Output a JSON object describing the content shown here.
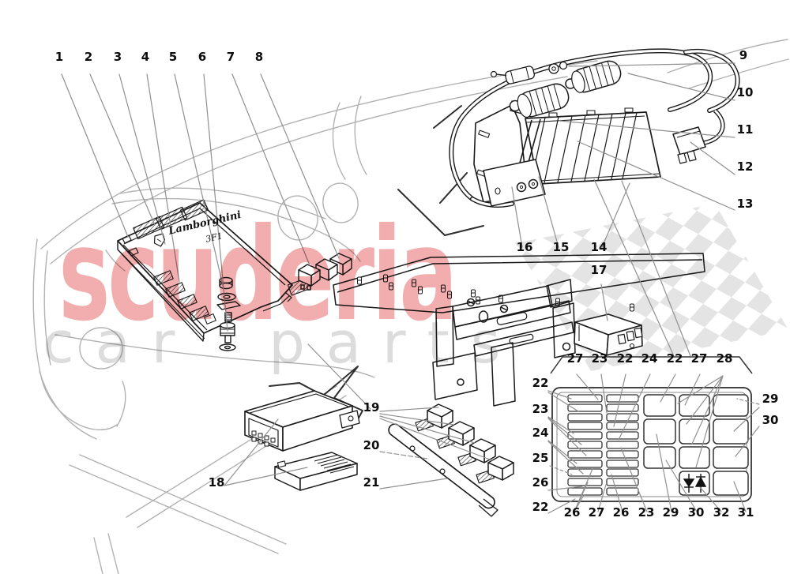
{
  "page": {
    "type": "parts-catalog-diagram",
    "background": "#ffffff"
  },
  "watermark": {
    "brand": "scuderia",
    "subtitle": "car parts",
    "brand_color": "#f2aeae",
    "subtitle_color": "#dcdcdc",
    "flag_color": "#e4e4e4"
  },
  "panel_unit": {
    "logo_script": "Lamborghini",
    "logo_note": "3F1"
  },
  "colors": {
    "part_line": "#1a1a1a",
    "leader_line": "#909090",
    "dash_art": "#b2b2b2",
    "callout_text": "#0d0d0d"
  },
  "callouts": [
    {
      "label": "1"
    },
    {
      "label": "2"
    },
    {
      "label": "3"
    },
    {
      "label": "4"
    },
    {
      "label": "5"
    },
    {
      "label": "6"
    },
    {
      "label": "7"
    },
    {
      "label": "8"
    },
    {
      "label": "9"
    },
    {
      "label": "10"
    },
    {
      "label": "11"
    },
    {
      "label": "12"
    },
    {
      "label": "13"
    },
    {
      "label": "16"
    },
    {
      "label": "15"
    },
    {
      "label": "14"
    },
    {
      "label": "17"
    },
    {
      "label": "18"
    },
    {
      "label": "19"
    },
    {
      "label": "20"
    },
    {
      "label": "21"
    },
    {
      "label": "27"
    },
    {
      "label": "23"
    },
    {
      "label": "22"
    },
    {
      "label": "24"
    },
    {
      "label": "22"
    },
    {
      "label": "27"
    },
    {
      "label": "28"
    },
    {
      "label": "22"
    },
    {
      "label": "23"
    },
    {
      "label": "24"
    },
    {
      "label": "25"
    },
    {
      "label": "26"
    },
    {
      "label": "22"
    },
    {
      "label": "29"
    },
    {
      "label": "30"
    },
    {
      "label": "26"
    },
    {
      "label": "27"
    },
    {
      "label": "26"
    },
    {
      "label": "23"
    },
    {
      "label": "29"
    },
    {
      "label": "30"
    },
    {
      "label": "32"
    },
    {
      "label": "31"
    }
  ]
}
